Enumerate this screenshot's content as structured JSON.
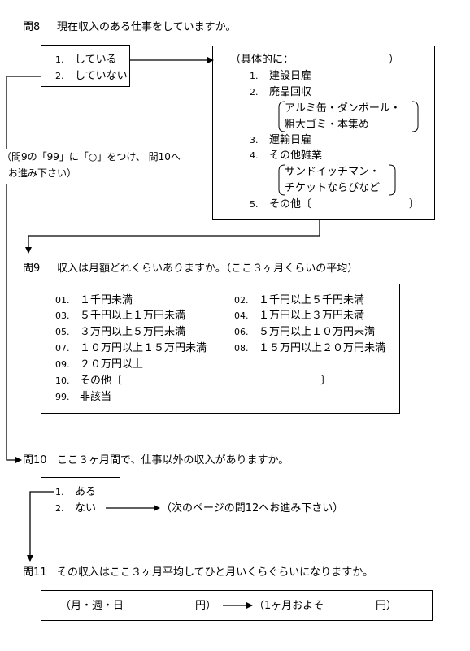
{
  "q8": {
    "label": "問8",
    "text": "現在収入のある仕事をしていますか。",
    "opt1_num": "1.",
    "opt1": "している",
    "opt2_num": "2.",
    "opt2": "していない",
    "detail_head": "（具体的に：",
    "detail_close": "）",
    "d1_num": "1.",
    "d1": "建設日雇",
    "d2_num": "2.",
    "d2": "廃品回収",
    "d2_note1": "アルミ缶・ダンボール・",
    "d2_note2": "粗大ゴミ・本集め",
    "d3_num": "3.",
    "d3": "運輸日雇",
    "d4_num": "4.",
    "d4": "その他雑業",
    "d4_note1": "サンドイッチマン・",
    "d4_note2": "チケットならびなど",
    "d5_num": "5.",
    "d5": "その他〔",
    "d5_close": "〕",
    "skip_line1": "（問9の「99」に「○」をつけ、 問10へ",
    "skip_line2": "お進み下さい）"
  },
  "q9": {
    "label": "問9",
    "text": "収入は月額どれくらいありますか。（ここ３ヶ月くらいの平均）",
    "options": [
      {
        "num": "01.",
        "text": "１千円未満"
      },
      {
        "num": "02.",
        "text": "１千円以上５千円未満"
      },
      {
        "num": "03.",
        "text": "５千円以上１万円未満"
      },
      {
        "num": "04.",
        "text": "１万円以上３万円未満"
      },
      {
        "num": "05.",
        "text": "３万円以上５万円未満"
      },
      {
        "num": "06.",
        "text": "５万円以上１０万円未満"
      },
      {
        "num": "07.",
        "text": "１０万円以上１５万円未満"
      },
      {
        "num": "08.",
        "text": "１５万円以上２０万円未満"
      },
      {
        "num": "09.",
        "text": "２０万円以上"
      },
      {
        "num": "10.",
        "text": "その他〔"
      },
      {
        "num": "99.",
        "text": "非該当"
      }
    ],
    "other_close": "〕"
  },
  "q10": {
    "label": "問10",
    "text": "ここ３ヶ月間で、仕事以外の収入がありますか。",
    "opt1_num": "1.",
    "opt1": "ある",
    "opt2_num": "2.",
    "opt2": "ない",
    "skip_note": "（次のページの問12へお進み下さい）"
  },
  "q11": {
    "label": "問11",
    "text": "その収入はここ３ヶ月平均してひと月いくらぐらいになりますか。",
    "left": "（月・週・日",
    "left_unit": "円）",
    "right": "（1ヶ月およそ",
    "right_unit": "円）"
  }
}
